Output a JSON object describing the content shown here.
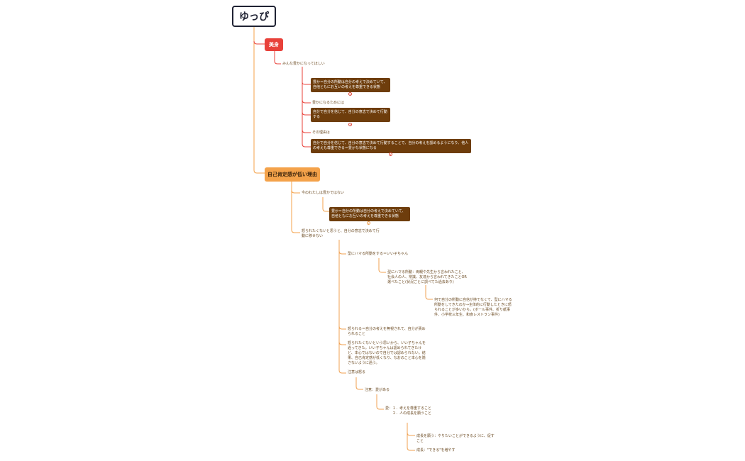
{
  "root": {
    "title": "ゆっぴ"
  },
  "branch1": {
    "label": "美身",
    "child": "みんな豊かになってほしい",
    "items": [
      {
        "type": "box",
        "text": "豊か＝自分の所動は自分の考えで決めていて、自他ともにお互いの考えを尊重できる状態"
      },
      {
        "type": "text",
        "text": "豊かになるためには"
      },
      {
        "type": "box",
        "text": "自分で自分を信じて、自分の意志で決めて行動する"
      },
      {
        "type": "text",
        "text": "その理由は"
      },
      {
        "type": "box",
        "text": "自分で自分を信じて、自分の意志で決めて行動することで、自分の考えを認めるようになり、他人の考えも尊重できる＝豊かな状態になる"
      }
    ],
    "badges": [
      "1",
      "1",
      "1"
    ]
  },
  "branch2": {
    "label": "自己肯定感が低い理由",
    "child1": "今のわたしは豊かではない",
    "child1_box": "豊か＝自分の所動は自分の考えで決めていて、自他ともにお互いの考えを尊重できる状態",
    "child1_badge": "1",
    "child2": "怒られたくないと思うと、自分の意志で決めて行動に移せない",
    "sub": [
      "型にハマる所動をする＝いい子ちゃん",
      "型にハマる所動：両親や先生から言われたこと、社会人の人、常識、友達から言われてきたことOR選べたこと(状況ごとに調べてた過去あり)",
      "何で自分の所動に自信が持てなくて、型にハマる所動をしてきたのか→主体的に行動したときに怒られることが多いから。(ボール事件、折り紙事件、小学校三年生、和食レストラン事件)",
      "怒られる＝自分の考えを無視されて、自分が責められること",
      "怒られたくないという思いから、いい子ちゃんを過ってきた。いい子ちゃんは認められてきたけど、本心ではないので自分では認められない。結果、自己肯定感が低くなり、なおのこと本心を隠さないように過う。",
      "注意は怒る",
      "注意：愛がある",
      "愛：１．考えを尊重すること\n　　２．人の成長を願うこと",
      "成長を願う：やりたいことができるように、促すこと",
      "成長：\"できる\"を増やす"
    ]
  },
  "colors": {
    "red": "#e8413a",
    "orange": "#f4a24a",
    "brown": "#6e3d0c",
    "root_border": "#1f2233"
  }
}
